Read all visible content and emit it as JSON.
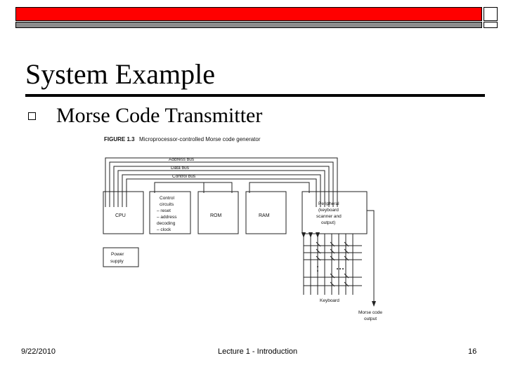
{
  "slide": {
    "title": "System Example",
    "bullet": "Morse Code Transmitter"
  },
  "figure": {
    "caption_label": "FIGURE 1.3",
    "caption_text": "Microprocessor-controlled Morse code generator",
    "address_bus": "Address bus",
    "data_bus": "Data bus",
    "control_bus": "Control bus",
    "cpu": "CPU",
    "control_lines": [
      "Control",
      "circuits",
      "– reset",
      "– address",
      "  decoding",
      "– clock"
    ],
    "rom": "ROM",
    "ram": "RAM",
    "peripheral_lines": [
      "Peripheral",
      "(keyboard",
      "scanner and",
      "output)"
    ],
    "power_lines": [
      "Power",
      "supply"
    ],
    "keyboard": "Keyboard",
    "morse_lines": [
      "Morse code",
      "output"
    ]
  },
  "footer": {
    "date": "9/22/2010",
    "center": "Lecture 1 - Introduction",
    "page": "16"
  },
  "colors": {
    "top_bar": "#ff0000",
    "sub_bar": "#8c8c8c"
  }
}
